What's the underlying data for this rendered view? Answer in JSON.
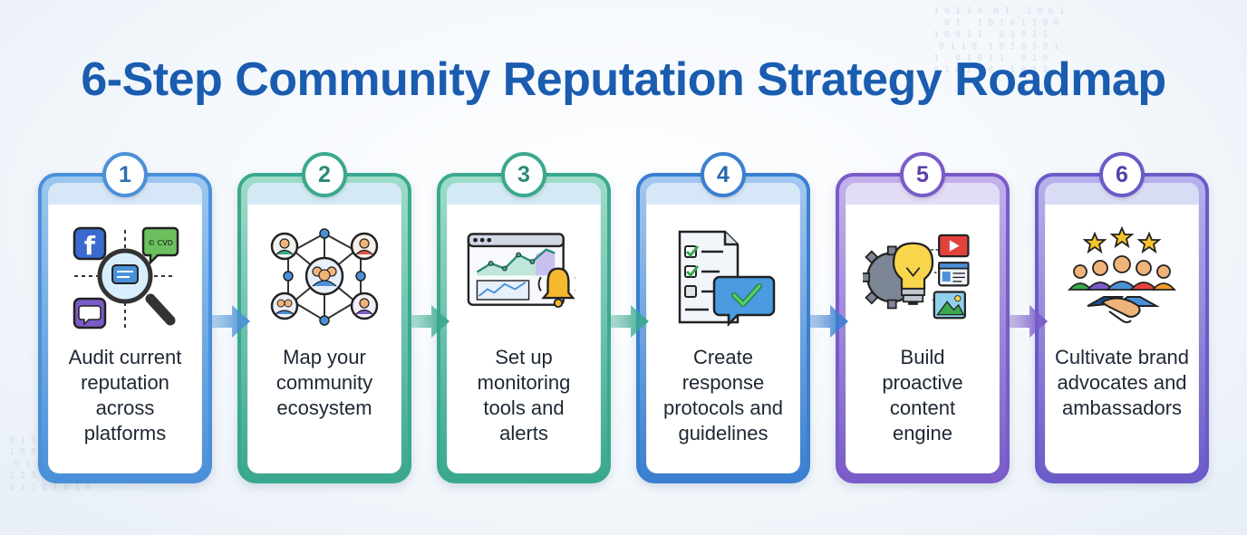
{
  "title": "6-Step Community Reputation Strategy Roadmap",
  "steps": [
    {
      "number": "1",
      "label": "Audit current reputation across platforms",
      "color": "#4a90d9",
      "icon": "social-audit-magnifier-icon"
    },
    {
      "number": "2",
      "label": "Map your community ecosystem",
      "color": "#3aa88f",
      "icon": "community-network-icon"
    },
    {
      "number": "3",
      "label": "Set up monitoring tools and alerts",
      "color": "#3aa88f",
      "icon": "monitoring-dashboard-bell-icon"
    },
    {
      "number": "4",
      "label": "Create response protocols and guidelines",
      "color": "#3a7fd0",
      "icon": "checklist-response-icon"
    },
    {
      "number": "5",
      "label": "Build proactive content engine",
      "color": "#7a5bc8",
      "icon": "lightbulb-gear-content-icon"
    },
    {
      "number": "6",
      "label": "Cultivate brand advocates and ambassadors",
      "color": "#6a5bc8",
      "icon": "advocates-handshake-icon"
    }
  ],
  "icon_text": {
    "chat_bubble": "© CVD"
  }
}
